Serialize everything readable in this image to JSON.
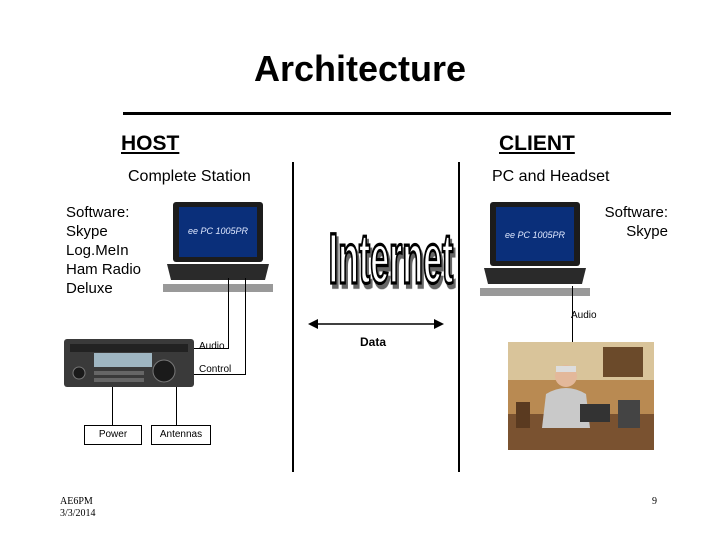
{
  "title": "Architecture",
  "host": {
    "heading": "HOST",
    "subtitle": "Complete Station",
    "software": "Software:\nSkype\nLog.MeIn\nHam Radio\nDeluxe",
    "laptop_brand": "ee PC 1005PR",
    "audio_label": "Audio",
    "control_label": "Control",
    "power_label": "Power",
    "antennas_label": "Antennas"
  },
  "client": {
    "heading": "CLIENT",
    "subtitle": "PC and Headset",
    "software": "Software:\nSkype",
    "laptop_brand": "ee PC 1005PR",
    "audio_label": "Audio"
  },
  "internet_label": "Internet",
  "data_label": "Data",
  "footer": {
    "callsign": "AE6PM",
    "date": "3/3/2014",
    "page_number": "9"
  },
  "colors": {
    "internet_fill": "#ffffff",
    "internet_stroke": "#000000",
    "laptop_body": "#1c1c1c",
    "laptop_screen": "#0a2f7a",
    "shelf": "#999999"
  }
}
